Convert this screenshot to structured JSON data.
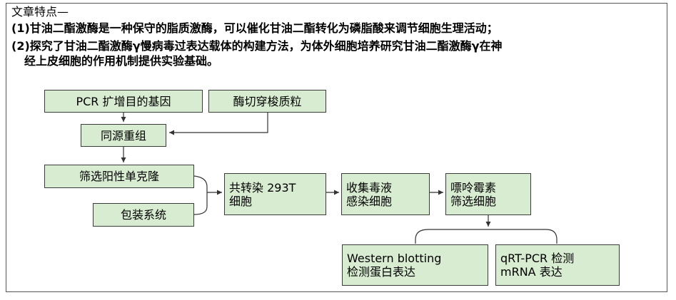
{
  "heading": "文章特点—",
  "points": [
    "(1)甘油二酯激酶是一种保守的脂质激酶，可以催化甘油二酯转化为磷脂酸来调节细胞生理活动；",
    "(2)探究了甘油二酯激酶γ慢病毒过表达载体的构建方法，为体外细胞培养研究甘油二酯激酶γ在神",
    "经上皮细胞的作用机制提供实验基础。"
  ],
  "steps": {
    "pcr": "PCR 扩增目的基因",
    "enzyme": "酶切穿梭质粒",
    "recombine": "同源重组",
    "screen": "筛选阳性单克隆",
    "package": "包装系统",
    "transfect": "共转染 293T\n细胞",
    "collect": "收集毒液\n感染细胞",
    "puro": "嘌呤霉素\n筛选细胞",
    "western": "Western blotting\n检测蛋白表达",
    "qpcr": "qRT-PCR 检测\nmRNA 表达"
  },
  "colors": {
    "box_fill": "#d8ecd1",
    "box_border": "#3b3b3b"
  }
}
